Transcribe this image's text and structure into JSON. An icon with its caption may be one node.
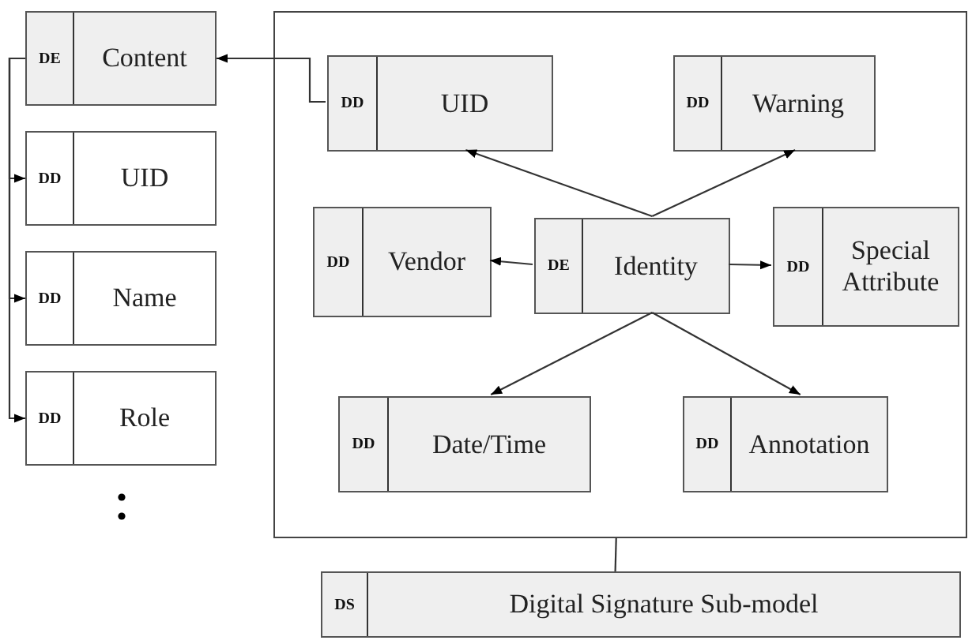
{
  "diagram": {
    "nodes": [
      {
        "text": [
          "DE",
          "Content"
        ]
      },
      {
        "text": [
          "DD",
          "UID"
        ]
      },
      {
        "text": [
          "DD",
          "Name"
        ]
      },
      {
        "text": [
          "DD",
          "Role"
        ]
      },
      {
        "text": [],
        "shape": "box"
      },
      {
        "text": [
          "DD",
          "UID"
        ],
        "in": 4
      },
      {
        "text": [
          "DD",
          "Warning"
        ],
        "in": 4
      },
      {
        "text": [
          "DD",
          "Vendor"
        ],
        "in": 4
      },
      {
        "text": [
          "DE",
          "Identity"
        ],
        "in": 4
      },
      {
        "text": [
          "DD",
          "Special Attribute"
        ],
        "in": 4
      },
      {
        "text": [
          "DD",
          "Date/Time"
        ],
        "in": 4
      },
      {
        "text": [
          "DD",
          "Annotation"
        ],
        "in": 4
      },
      {
        "text": [
          "DS",
          "Digital Signature Sub-model"
        ]
      }
    ],
    "edges": [
      {
        "from": 0,
        "to": 1,
        "arrow": "to"
      },
      {
        "from": 0,
        "to": 2,
        "arrow": "to"
      },
      {
        "from": 0,
        "to": 3,
        "arrow": "to"
      },
      {
        "from": 5,
        "to": 0,
        "arrow": "to"
      },
      {
        "from": 8,
        "to": 5,
        "arrow": "to"
      },
      {
        "from": 8,
        "to": 6,
        "arrow": "to"
      },
      {
        "from": 8,
        "to": 7,
        "arrow": "to"
      },
      {
        "from": 8,
        "to": 9,
        "arrow": "to"
      },
      {
        "from": 8,
        "to": 10,
        "arrow": "to"
      },
      {
        "from": 8,
        "to": 11,
        "arrow": "to"
      },
      {
        "from": 4,
        "to": 12,
        "arrow": "none"
      }
    ]
  }
}
